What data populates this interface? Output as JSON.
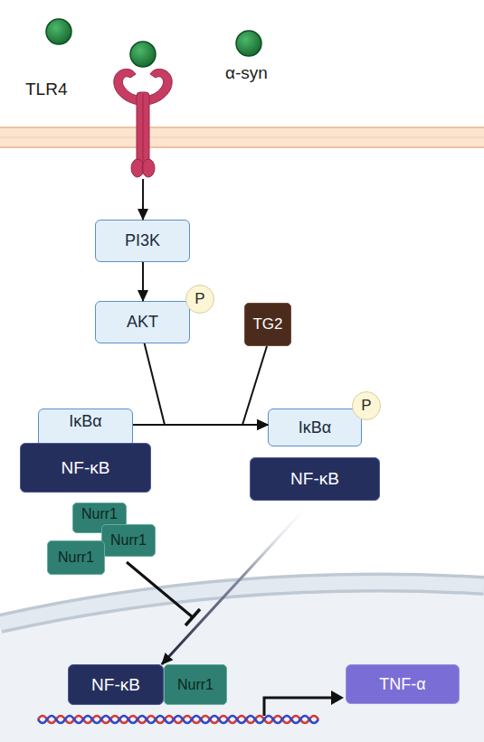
{
  "diagram": {
    "nodes": [
      {
        "text": [
          "TLR4"
        ]
      },
      {
        "text": [
          "PI3K"
        ]
      },
      {
        "text": [
          "AKT"
        ]
      },
      {
        "text": [
          "P"
        ],
        "in": 2
      },
      {
        "text": [
          "TG2"
        ]
      },
      {
        "text": [
          "IκBα"
        ]
      },
      {
        "text": [
          "NF-κB"
        ]
      },
      {
        "text": [
          "IκBα"
        ]
      },
      {
        "text": [
          "P"
        ],
        "in": 7
      },
      {
        "text": [
          "NF-κB"
        ]
      },
      {
        "text": [
          "Nurr1"
        ]
      },
      {
        "text": [
          "Nurr1"
        ]
      },
      {
        "text": [
          "Nurr1"
        ]
      },
      {
        "text": [
          "NF-κB"
        ]
      },
      {
        "text": [
          "Nurr1"
        ]
      },
      {
        "text": [
          "TNF-α"
        ]
      }
    ],
    "edges": [
      {
        "from": 0,
        "to": 1,
        "arrow": "to"
      },
      {
        "from": 1,
        "to": 2,
        "arrow": "to"
      },
      {
        "from": 2,
        "to": 7,
        "arrow": "to"
      },
      {
        "from": 4,
        "to": 7,
        "arrow": "to"
      },
      {
        "from": 5,
        "to": 7,
        "arrow": "to"
      },
      {
        "from": 9,
        "to": 13,
        "arrow": "to"
      }
    ],
    "labels": [
      "α-syn"
    ]
  }
}
